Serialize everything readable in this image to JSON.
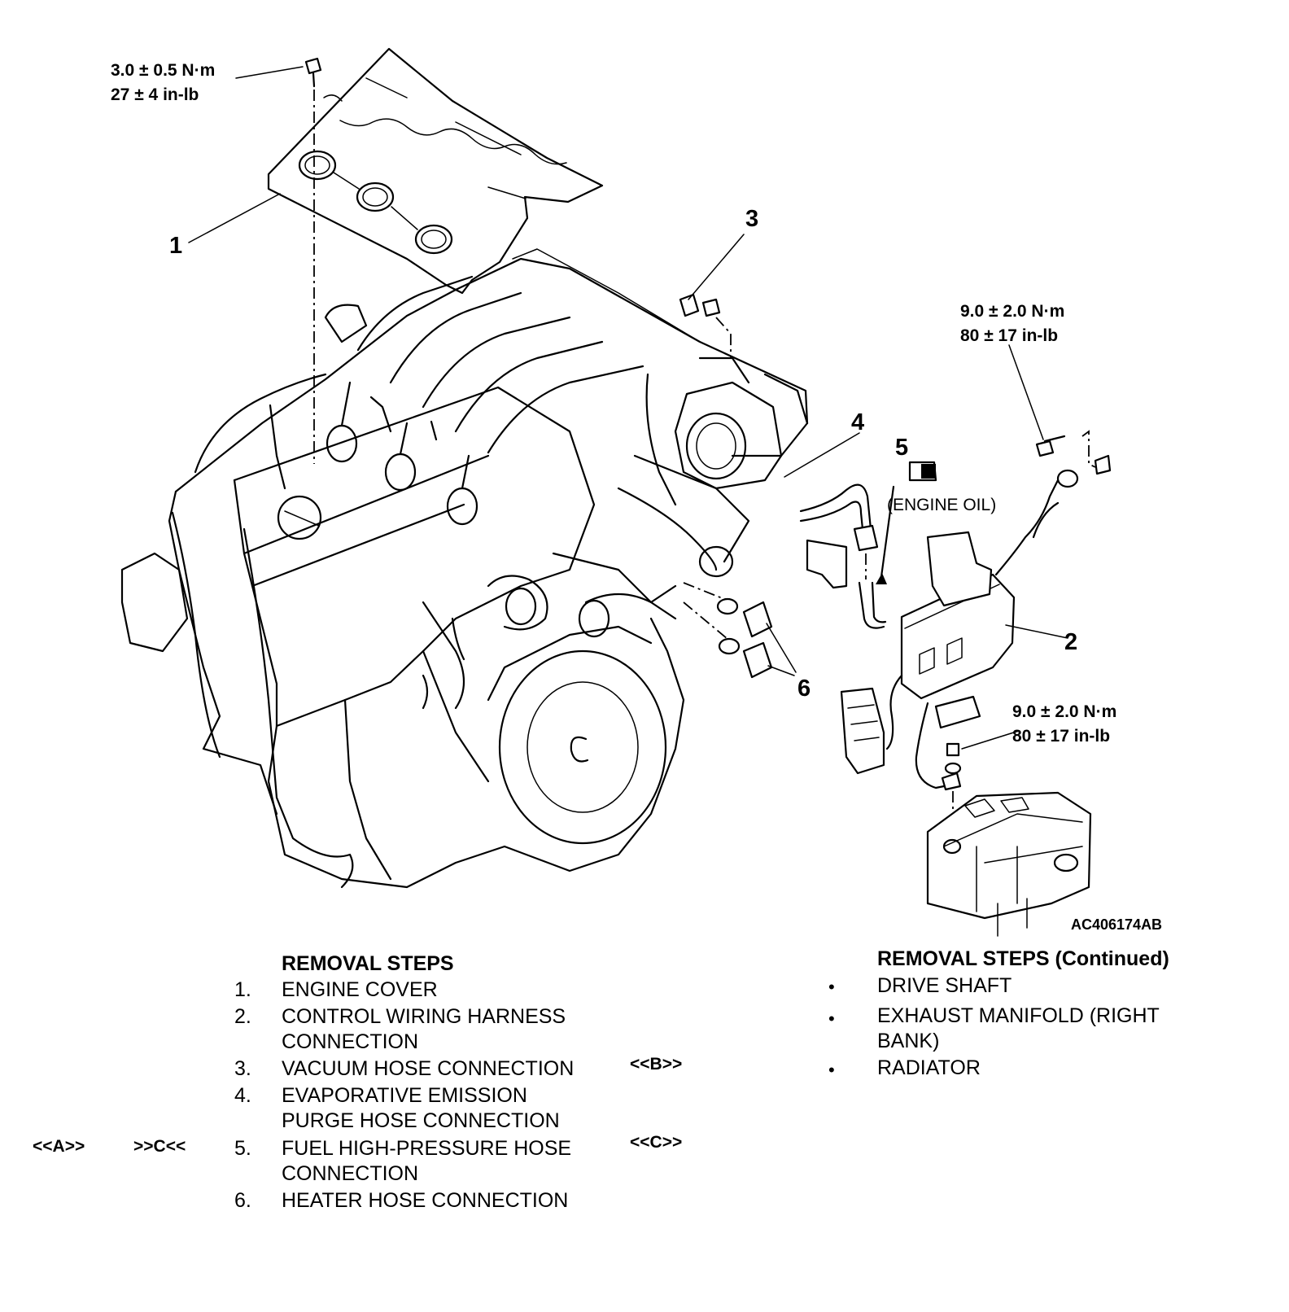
{
  "figure_code": "AC406174AB",
  "torque": {
    "cover_bolt": [
      "3.0 ± 0.5 N·m",
      "27 ± 4 in-lb"
    ],
    "ground_bolt": [
      "9.0 ± 2.0 N·m",
      "80 ± 17 in-lb"
    ],
    "ground_nut": [
      "9.0 ± 2.0 N·m",
      "80 ± 17 in-lb"
    ]
  },
  "callouts": [
    "1",
    "2",
    "3",
    "4",
    "5",
    "6"
  ],
  "engine_oil_label": "(ENGINE OIL)",
  "removal_steps": {
    "heading": "REMOVAL STEPS",
    "steps": [
      {
        "num": "1.",
        "lines": [
          "ENGINE COVER"
        ],
        "ref_left": "",
        "ref_mid": "",
        "ref_right": ""
      },
      {
        "num": "2.",
        "lines": [
          "CONTROL WIRING HARNESS",
          "CONNECTION"
        ],
        "ref_left": "",
        "ref_mid": "",
        "ref_right": ""
      },
      {
        "num": "3.",
        "lines": [
          "VACUUM HOSE CONNECTION"
        ],
        "ref_left": "",
        "ref_mid": "",
        "ref_right": "<<B>>"
      },
      {
        "num": "4.",
        "lines": [
          "EVAPORATIVE EMISSION",
          "PURGE HOSE CONNECTION"
        ],
        "ref_left": "",
        "ref_mid": "",
        "ref_right": ""
      },
      {
        "num": "5.",
        "lines": [
          "FUEL HIGH-PRESSURE HOSE",
          "CONNECTION"
        ],
        "ref_left": "<<A>>",
        "ref_mid": ">>C<<",
        "ref_right": "<<C>>"
      },
      {
        "num": "6.",
        "lines": [
          "HEATER HOSE CONNECTION"
        ],
        "ref_left": "",
        "ref_mid": "",
        "ref_right": ""
      }
    ]
  },
  "removal_steps_continued": {
    "heading": "REMOVAL STEPS (Continued)",
    "bullet": "•",
    "items": [
      {
        "lines": [
          "DRIVE SHAFT"
        ]
      },
      {
        "lines": [
          "EXHAUST MANIFOLD (RIGHT",
          "BANK)"
        ]
      },
      {
        "lines": [
          "RADIATOR"
        ]
      }
    ]
  }
}
